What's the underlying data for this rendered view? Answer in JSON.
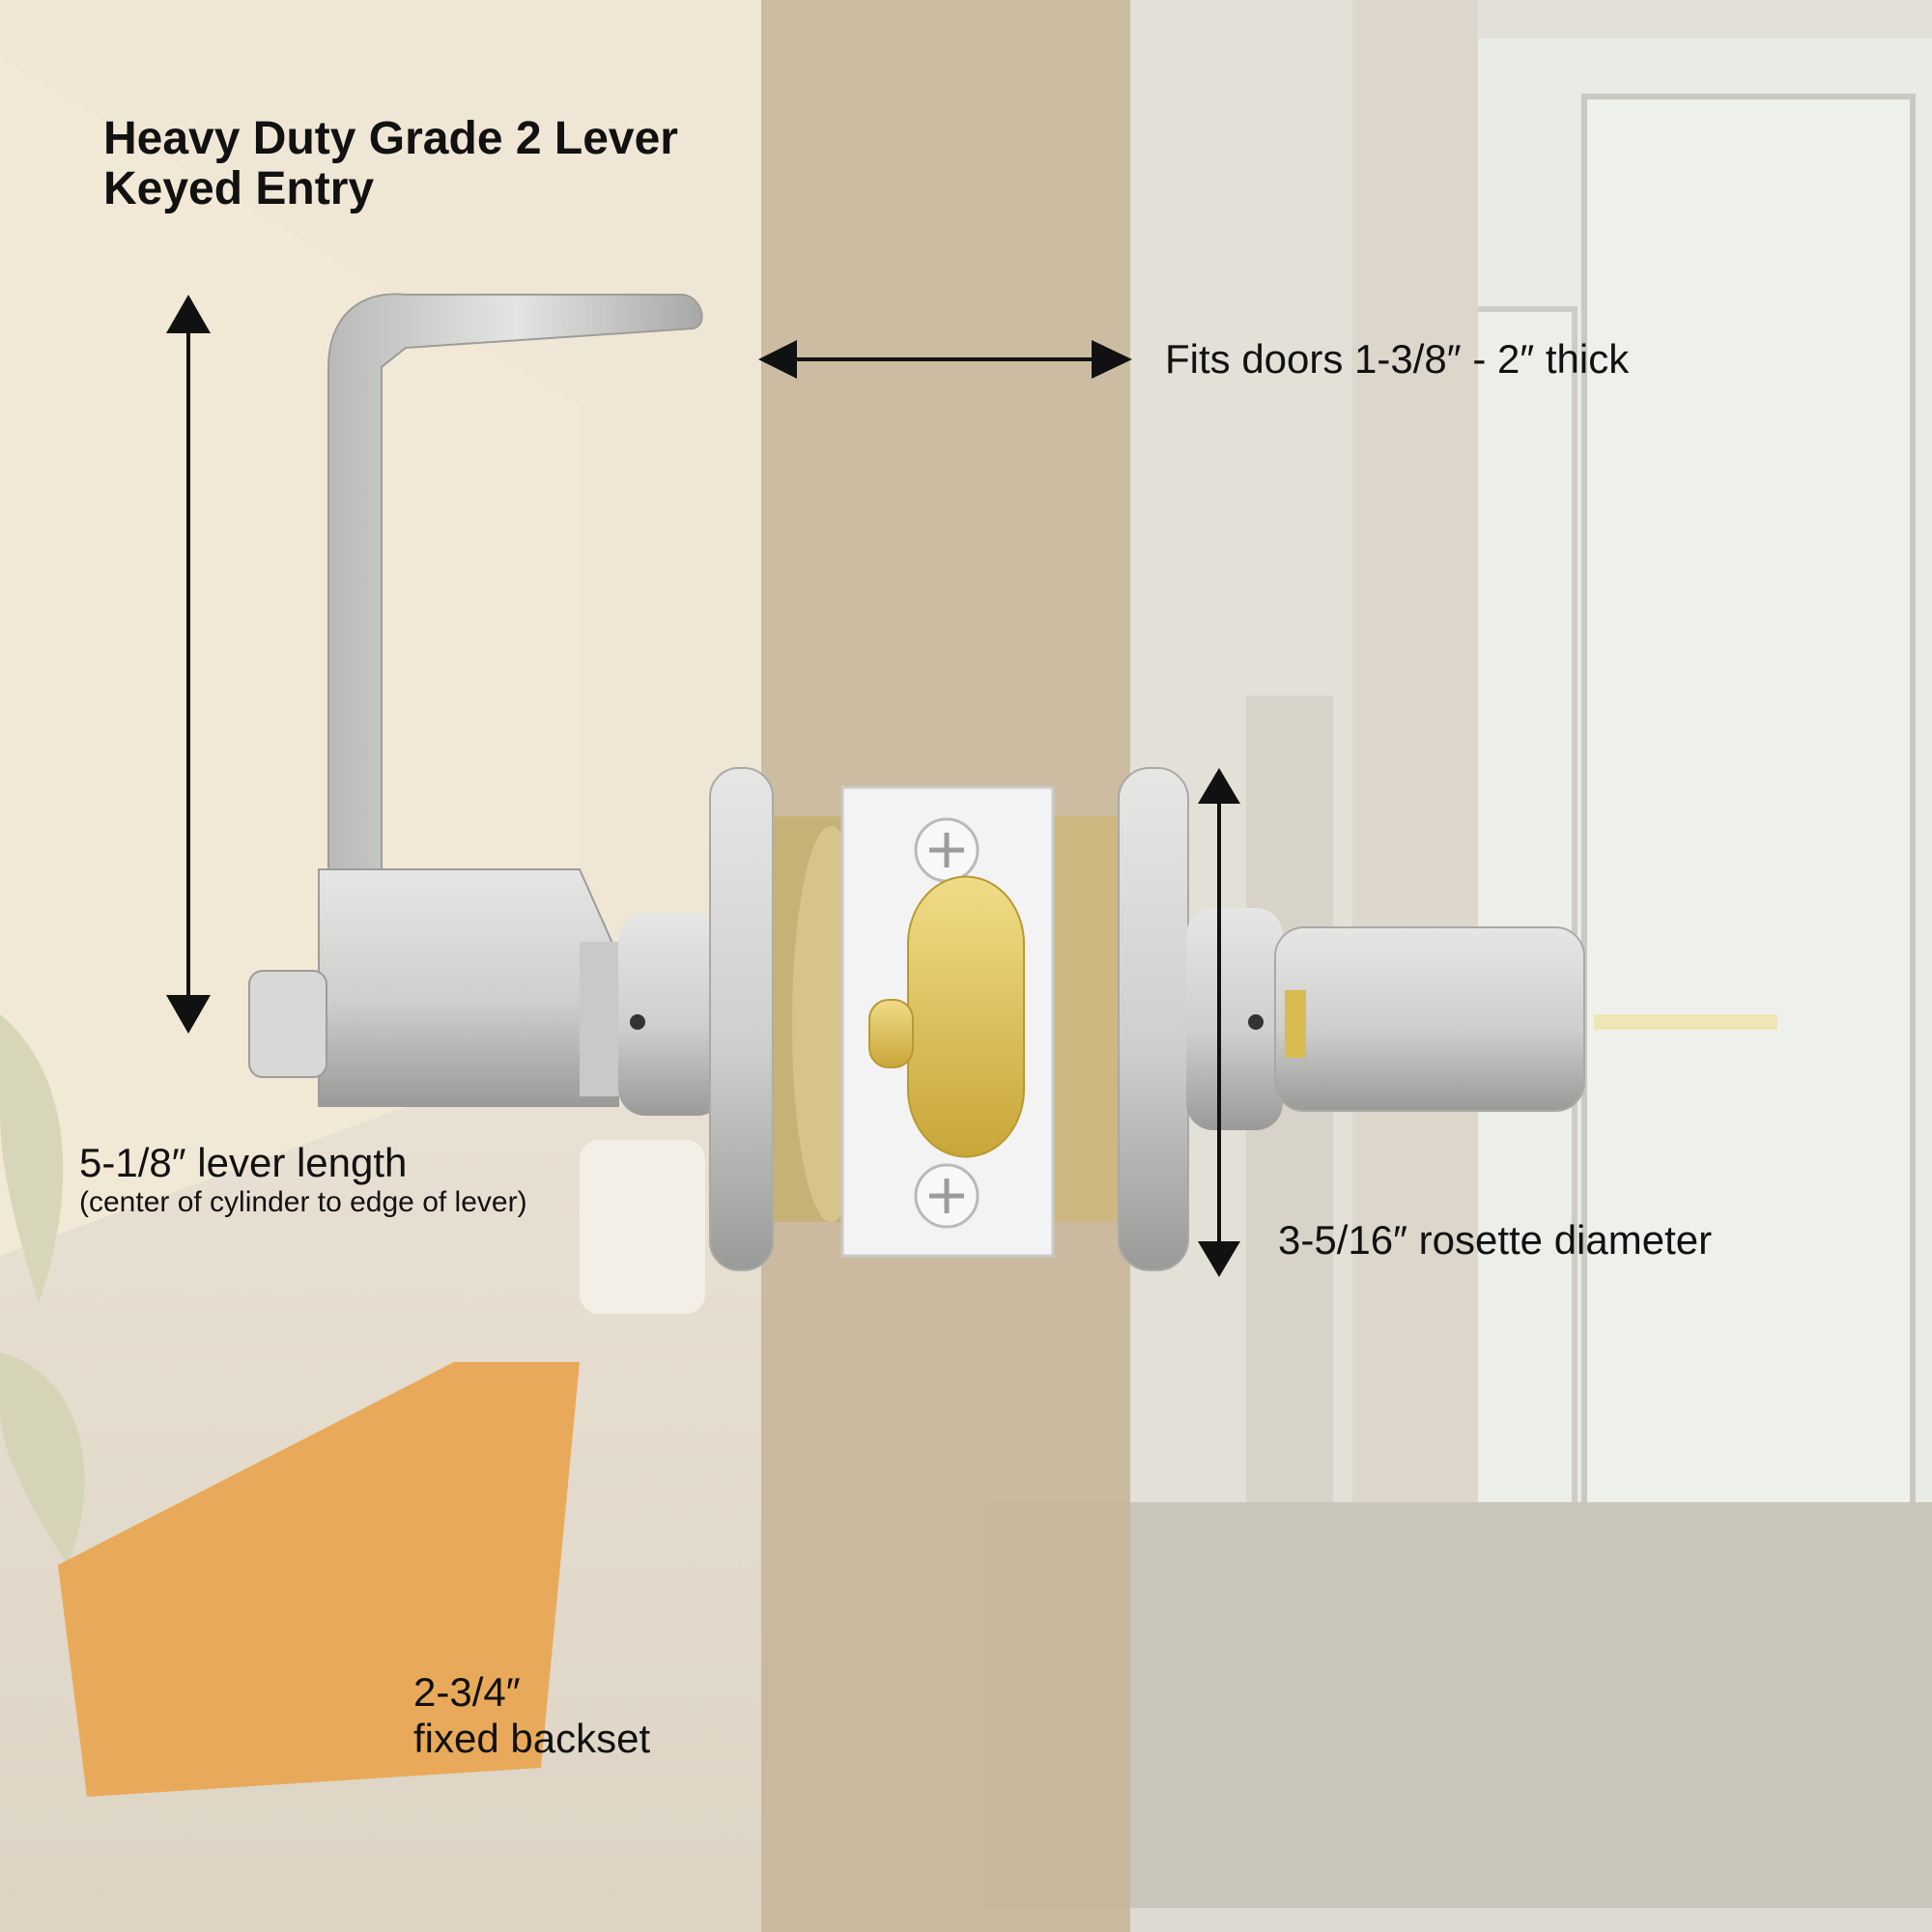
{
  "title": {
    "line1": "Heavy Duty Grade 2 Lever",
    "line2": "Keyed Entry"
  },
  "dimensions": {
    "door_thickness": "Fits doors 1-3/8″ - 2″ thick",
    "lever_length": "5-1/8″ lever length",
    "lever_length_note": "(center of cylinder to edge of lever)",
    "rosette_diameter": "3-5/16″ rosette diameter",
    "backset_value": "2-3/4″",
    "backset_label": "fixed backset"
  },
  "colors": {
    "background": "#ede3d3",
    "door_band": "#c6b498",
    "metal": "#d3d3d1",
    "brass": "#d9bb52",
    "arrow": "#111111",
    "ottoman": "#e8aa5a"
  }
}
